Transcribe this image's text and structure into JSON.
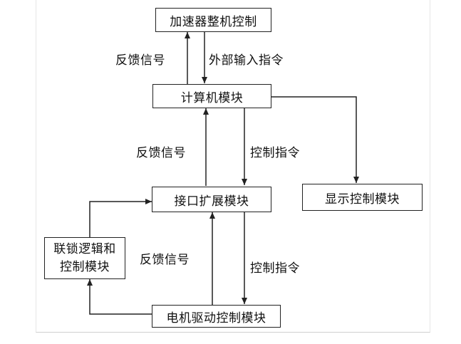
{
  "blocks": {
    "accelerator": "加速器整机控制",
    "computer": "计算机模块",
    "interface": "接口扩展模块",
    "display": "显示控制模块",
    "interlock_line1": "联锁逻辑和",
    "interlock_line2": "控制模块",
    "motor": "电机驱动控制模块"
  },
  "labels": {
    "feedback_top": "反馈信号",
    "external_cmd": "外部输入指令",
    "feedback_mid": "反馈信号",
    "control_mid": "控制指令",
    "feedback_low": "反馈信号",
    "control_low": "控制指令"
  }
}
